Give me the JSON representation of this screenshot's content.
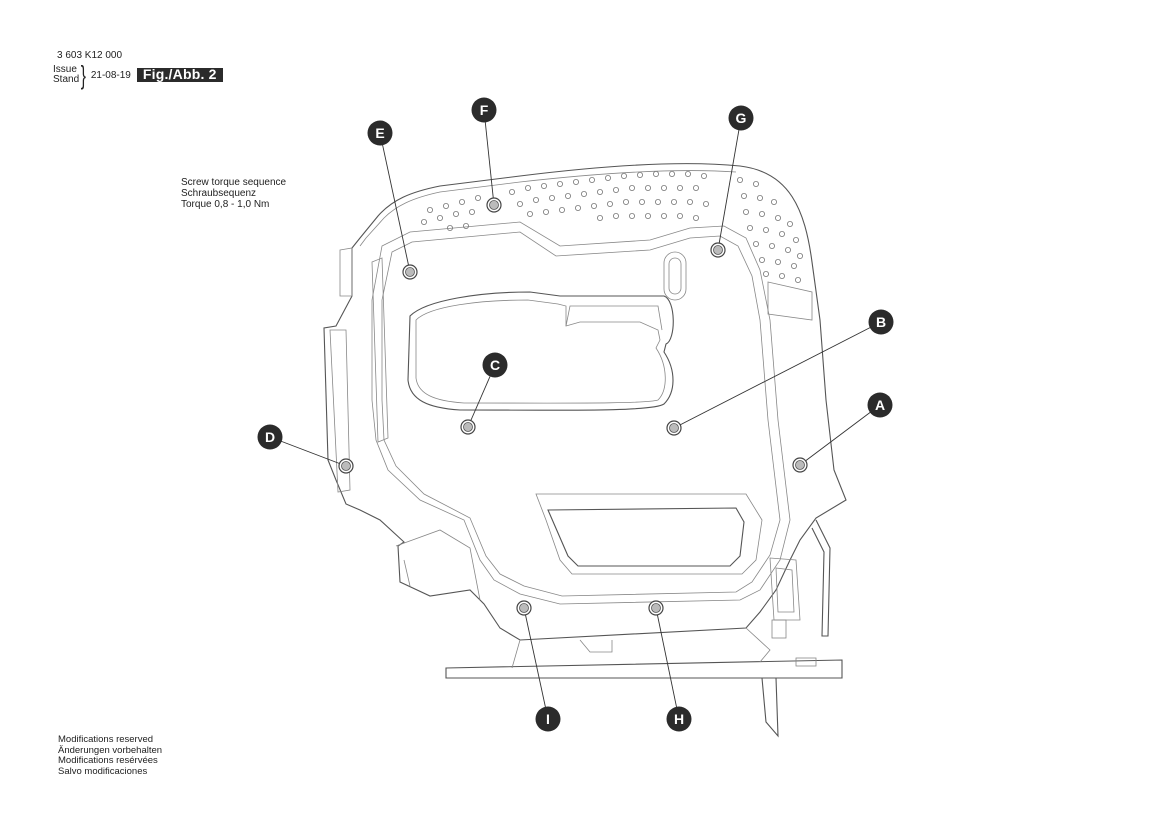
{
  "header": {
    "part_number": "3 603 K12 000",
    "issue_label": "Issue",
    "stand_label": "Stand",
    "issue_date": "21-08-19",
    "figure_label": "Fig./Abb. 2"
  },
  "torque_note": {
    "line1": "Screw torque sequence",
    "line2": "Schraubsequenz",
    "line3": "Torque 0,8 - 1,0 Nm"
  },
  "callouts": {
    "A": "A",
    "B": "B",
    "C": "C",
    "D": "D",
    "E": "E",
    "F": "F",
    "G": "G",
    "H": "H",
    "I": "I"
  },
  "footer": {
    "line1": "Modifications reserved",
    "line2": "Änderungen vorbehalten",
    "line3": "Modifications resérvées",
    "line4": "Salvo modificaciones"
  }
}
